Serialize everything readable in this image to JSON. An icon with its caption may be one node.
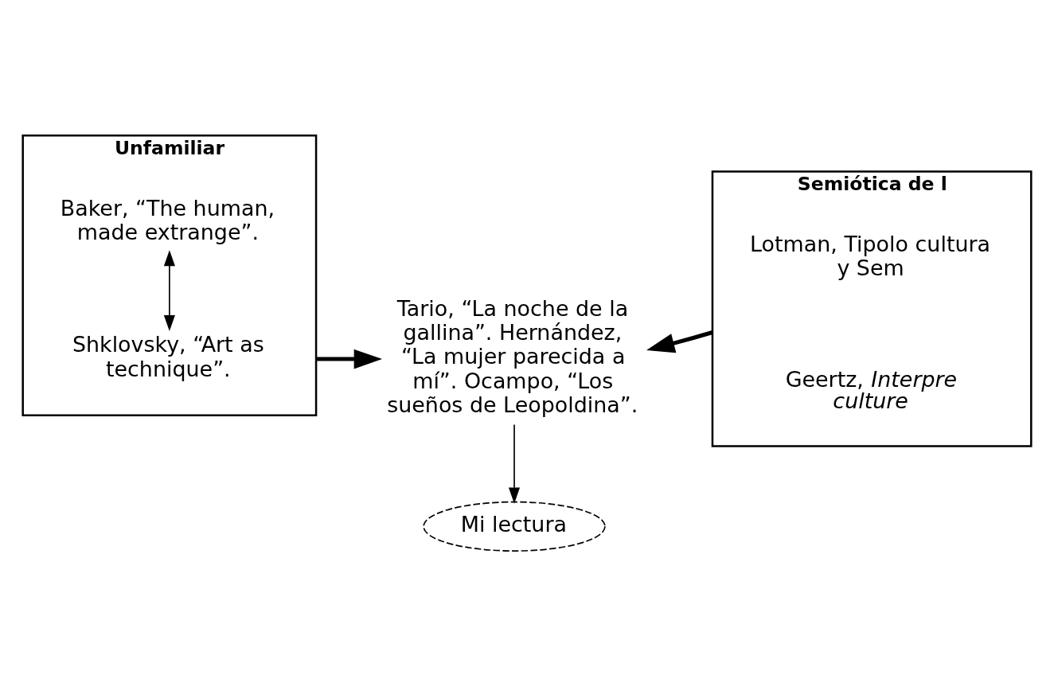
{
  "diagram": {
    "nodes": [
      {
        "text": [
          "Unfamiliar"
        ]
      },
      {
        "text": [
          "Shklovsky, “Art as technique”."
        ],
        "in": 0
      },
      {
        "text": [
          "Baker, “The human, made extrange”."
        ],
        "in": 0
      },
      {
        "text": [
          "Tario, “La noche de la gallina”. Hernández, “La mujer parecida a mí”. Ocampo, “Los sueños de Leopoldina”."
        ]
      },
      {
        "text": [
          "Semiótica de l"
        ]
      },
      {
        "text": [
          "Lotman, Tipolo cultura y Sem"
        ],
        "in": 4
      },
      {
        "text": [
          "Geertz, *Interpre* *culture*"
        ],
        "in": 4
      },
      {
        "text": [
          "Mi lectura"
        ]
      }
    ],
    "edges": [
      {
        "from": 1,
        "to": 2,
        "arrow": "both"
      },
      {
        "from": 0,
        "to": 3,
        "arrow": "to",
        "style": "thick"
      },
      {
        "from": 4,
        "to": 3,
        "arrow": "to",
        "style": "thick"
      },
      {
        "from": 3,
        "to": 7,
        "arrow": "to"
      }
    ]
  }
}
